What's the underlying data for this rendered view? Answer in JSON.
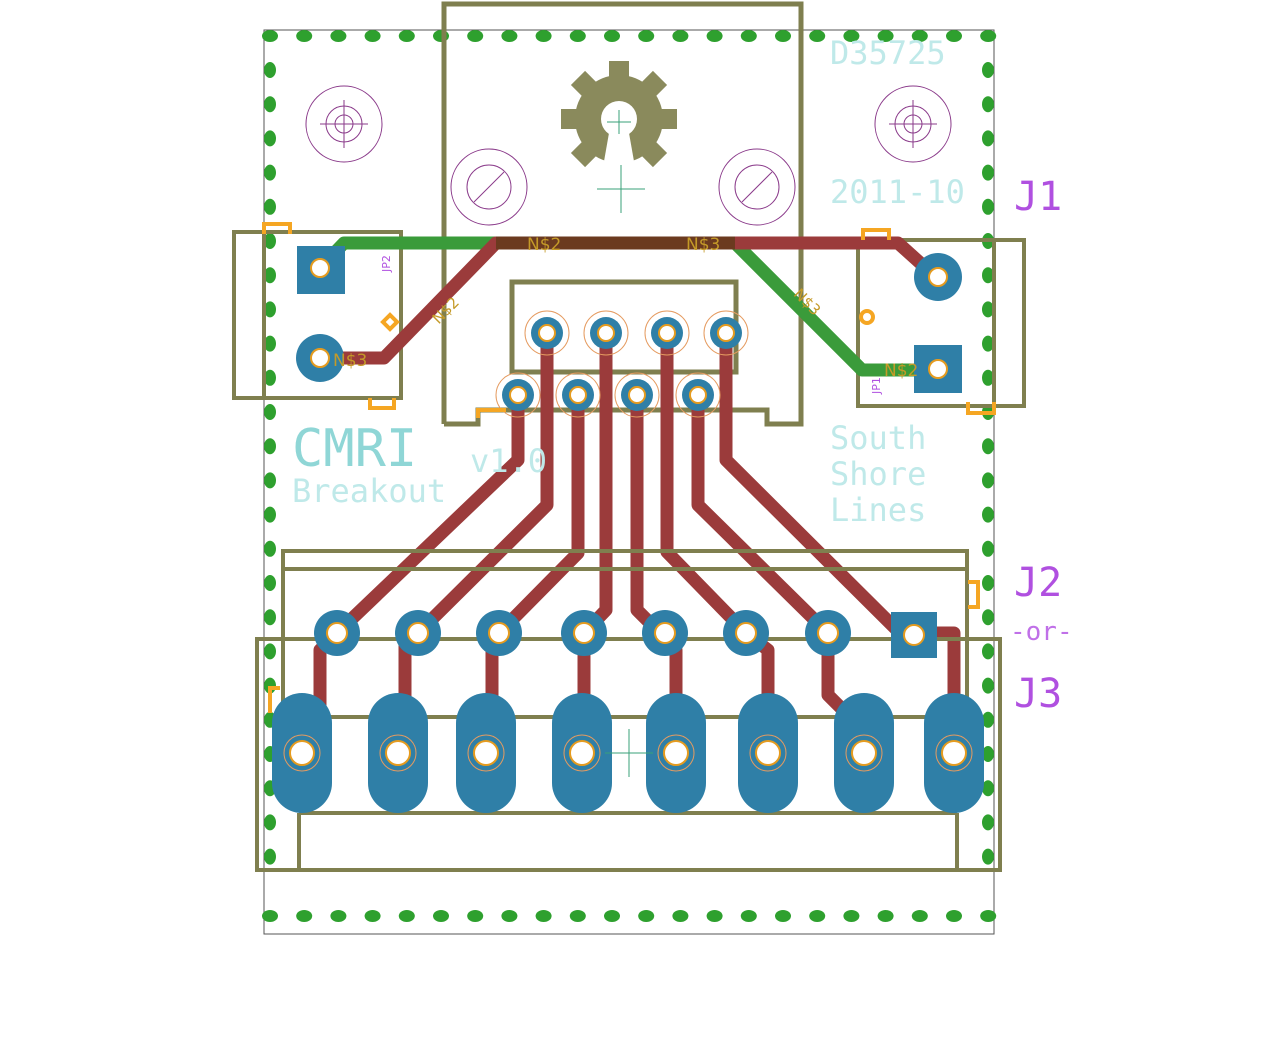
{
  "board": {
    "part_number": "D35725",
    "date_code": "2011-10",
    "title": "CMRI",
    "subtitle": "Breakout",
    "version": "v1.0",
    "credit_line1": "South",
    "credit_line2": "Shore",
    "credit_line3": "Lines"
  },
  "labels": {
    "j1": "J1",
    "j2": "J2",
    "or": "-or-",
    "j3": "J3",
    "jp1": "JP1",
    "jp2": "JP2"
  },
  "nets": {
    "n2_top": "N$2",
    "n3_top": "N$3",
    "n2_left_diag": "N$2",
    "n3_left": "N$3",
    "n3_right_diag": "N$3",
    "n2_right": "N$2"
  },
  "colors": {
    "silkscreen": "#7f7f4f",
    "top_copper": "#9b3b3b",
    "bottom_copper": "#3a9b3a",
    "pad": "#2f7fa7",
    "vias_ring": "#3a9b3a",
    "text_cyan": "#8fd6d6",
    "label_purple": "#b050e0",
    "marker_orange": "#f5a623",
    "hole_purple": "#8a3a8a"
  }
}
